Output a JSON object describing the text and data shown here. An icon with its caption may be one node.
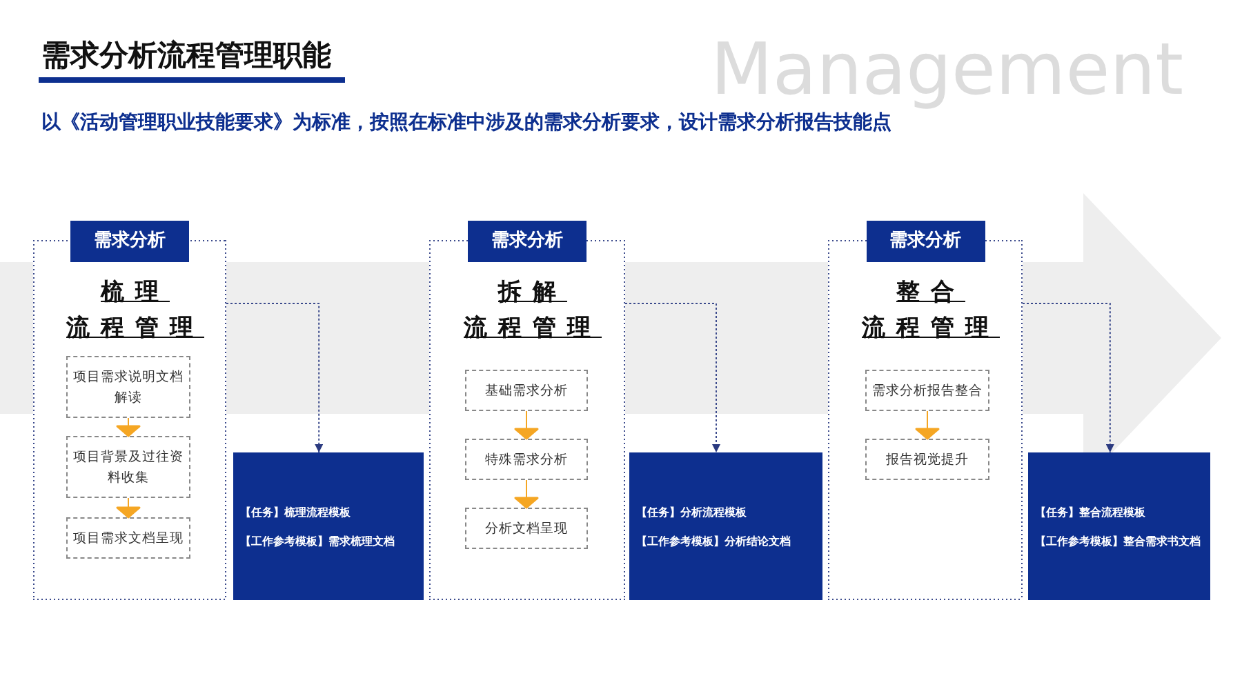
{
  "diagram": {
    "title": "需求分析流程管理职能",
    "nodes": [
      {
        "text": [
          "需求分析",
          "梳理",
          "流程管理"
        ]
      },
      {
        "text": [
          "项目需求说明文档解读"
        ],
        "in": 0
      },
      {
        "text": [
          "项目背景及过往资料收集"
        ],
        "in": 0
      },
      {
        "text": [
          "项目需求文档呈现"
        ],
        "in": 0
      },
      {
        "text": [
          "【任务】梳理流程模板",
          "【工作参考模板】需求梳理文档"
        ]
      },
      {
        "text": [
          "需求分析",
          "拆解",
          "流程管理"
        ]
      },
      {
        "text": [
          "基础需求分析"
        ],
        "in": 5
      },
      {
        "text": [
          "特殊需求分析"
        ],
        "in": 5
      },
      {
        "text": [
          "分析文档呈现"
        ],
        "in": 5
      },
      {
        "text": [
          "【任务】分析流程模板",
          "【工作参考模板】分析结论文档"
        ]
      },
      {
        "text": [
          "需求分析",
          "整合",
          "流程管理"
        ]
      },
      {
        "text": [
          "需求分析报告整合"
        ],
        "in": 10
      },
      {
        "text": [
          "报告视觉提升"
        ],
        "in": 10
      },
      {
        "text": [
          "【任务】整合流程模板",
          "【工作参考模板】整合需求书文档"
        ]
      }
    ],
    "edges": [
      {
        "from": 1,
        "to": 2,
        "arrow": "to"
      },
      {
        "from": 2,
        "to": 3,
        "arrow": "to"
      },
      {
        "from": 0,
        "to": 4,
        "arrow": "to",
        "style": "dashed",
        "color": "#3b4a8c"
      },
      {
        "from": 6,
        "to": 7,
        "arrow": "to"
      },
      {
        "from": 7,
        "to": 8,
        "arrow": "to"
      },
      {
        "from": 5,
        "to": 9,
        "arrow": "to",
        "style": "dashed",
        "color": "#3b4a8c"
      },
      {
        "from": 11,
        "to": 12,
        "arrow": "to"
      },
      {
        "from": 10,
        "to": 13,
        "arrow": "to",
        "style": "dashed",
        "color": "#3b4a8c"
      }
    ],
    "labels": [
      "Management",
      "以《活动管理职业技能要求》为标准，按照在标准中涉及的需求分析要求，设计需求分析报告技能点"
    ]
  }
}
